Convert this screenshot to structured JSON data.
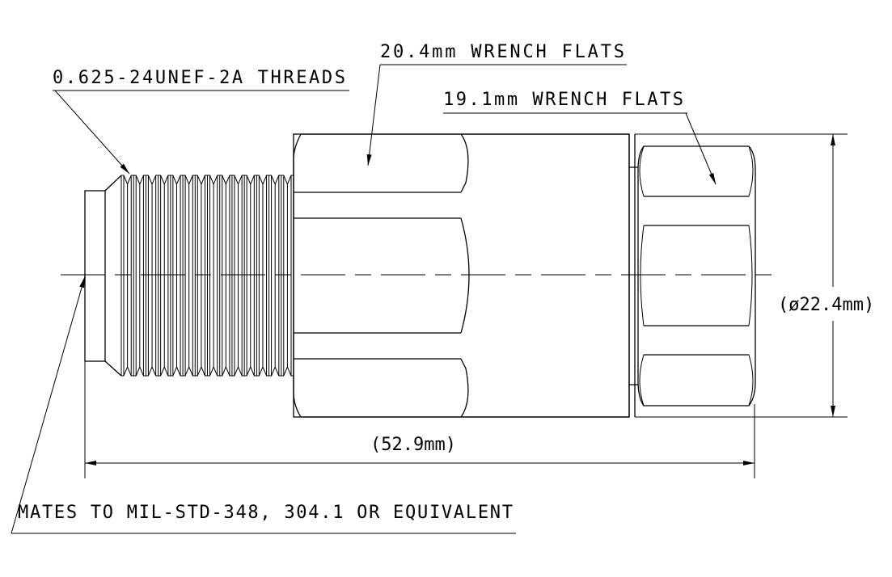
{
  "labels": {
    "threads": "0.625-24UNEF-2A THREADS",
    "wrench_flats_large": "20.4mm WRENCH FLATS",
    "wrench_flats_small": "19.1mm WRENCH FLATS",
    "diameter": "(ø22.4mm)",
    "length": "(52.9mm)",
    "mates_to": "MATES TO MIL-STD-348, 304.1 OR EQUIVALENT"
  },
  "colors": {
    "line": "#000000",
    "background": "#ffffff"
  }
}
